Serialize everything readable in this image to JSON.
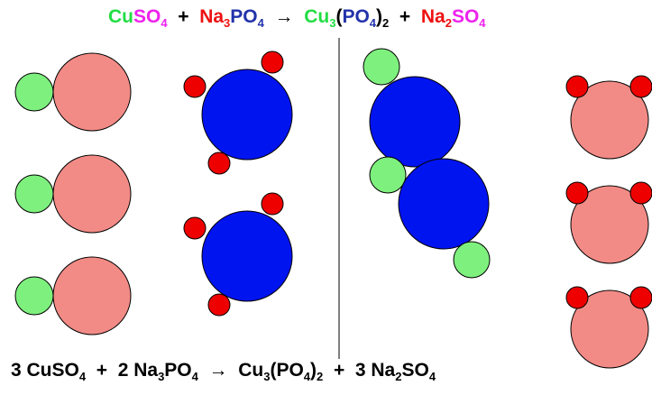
{
  "equation_top": {
    "cu": "Cu",
    "so4_1": "SO",
    "so4_1_sub": "4",
    "plus1": "+",
    "na": "Na",
    "na_sub": "3",
    "po4": "PO",
    "po4_sub": "4",
    "arrow": "→",
    "cu3": "Cu",
    "cu3_sub": "3",
    "paren_open": "(",
    "po4b": "PO",
    "po4b_sub": "4",
    "paren_close": ")",
    "paren_sub": "2",
    "plus2": "+",
    "na2": "Na",
    "na2_sub": "2",
    "so4_2": "SO",
    "so4_2_sub": "4"
  },
  "equation_bottom": {
    "coef1": "3 CuSO",
    "coef1_sub": "4",
    "plus1": "+",
    "coef2": "2 Na",
    "coef2_sub": "3",
    "po4": "PO",
    "po4_sub": "4",
    "arrow": "→",
    "cu3": "Cu",
    "cu3_sub": "3",
    "po4_paren": "(PO",
    "po4_paren_sub": "4",
    "close": ")",
    "close_sub": "2",
    "plus2": "+",
    "coef3": "3 Na",
    "coef3_sub": "2",
    "so4": "SO",
    "so4_sub": "4"
  },
  "colors": {
    "copper": "#7ef07e",
    "sulfate": "#f28b86",
    "sodium": "#ee0000",
    "phosphate": "#0014f0",
    "outline": "#000000"
  }
}
